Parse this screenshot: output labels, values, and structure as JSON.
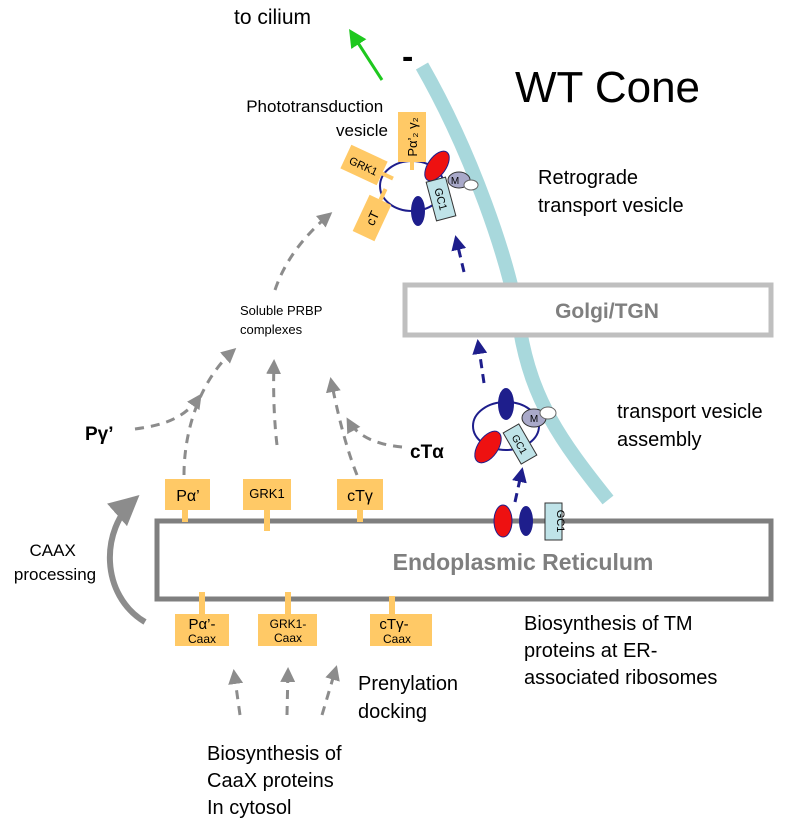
{
  "title": "WT Cone",
  "to_cilium": "to cilium",
  "minus_sign": "-",
  "vesicles": {
    "phototransduction": [
      "Phototransduction",
      "vesicle"
    ],
    "retrograde": [
      "Retrograde",
      "transport vesicle"
    ],
    "transport_assembly": [
      "transport vesicle",
      "assembly"
    ]
  },
  "golgi": "Golgi/TGN",
  "er": "Endoplasmic Reticulum",
  "soluble": [
    "Soluble PRBP",
    "complexes"
  ],
  "free_proteins": {
    "p_gamma": "Pγ’",
    "ct_alpha": "cTα"
  },
  "phototransduction_labels": {
    "pa_g": "Pα’₂ γ₂",
    "grk1": "GRK1",
    "ct": "cT",
    "gc1": "GC1",
    "m": "M"
  },
  "transport_labels": {
    "gc1": "GC1",
    "m": "M"
  },
  "er_membrane_gc1": "GC1",
  "er_top_proteins": [
    "Pα’",
    "GRK1",
    "cTγ"
  ],
  "er_bottom_proteins": [
    [
      "Pα’-",
      "Caax"
    ],
    [
      "GRK1-",
      "Caax"
    ],
    [
      "cTγ-",
      "Caax"
    ]
  ],
  "caax_processing": [
    "CAAX",
    "processing"
  ],
  "prenylation": [
    "Prenylation",
    "docking"
  ],
  "biosynthesis_caax": [
    "Biosynthesis of",
    "CaaX proteins",
    "In cytosol"
  ],
  "biosynthesis_tm": [
    "Biosynthesis of TM",
    "proteins at ER-",
    "associated ribosomes"
  ],
  "colors": {
    "orange": "#ffc966",
    "cilium": "#a8d8dc",
    "navy": "#1e1e8c",
    "red": "#ee1111",
    "green": "#1ec81e",
    "grey_arrow": "#8c8c8c",
    "er_border": "#7f7f7f",
    "golgi_border": "#bfbfbf",
    "gc1_fill": "#bfe3e8",
    "m_fill": "#a9a9c9"
  }
}
